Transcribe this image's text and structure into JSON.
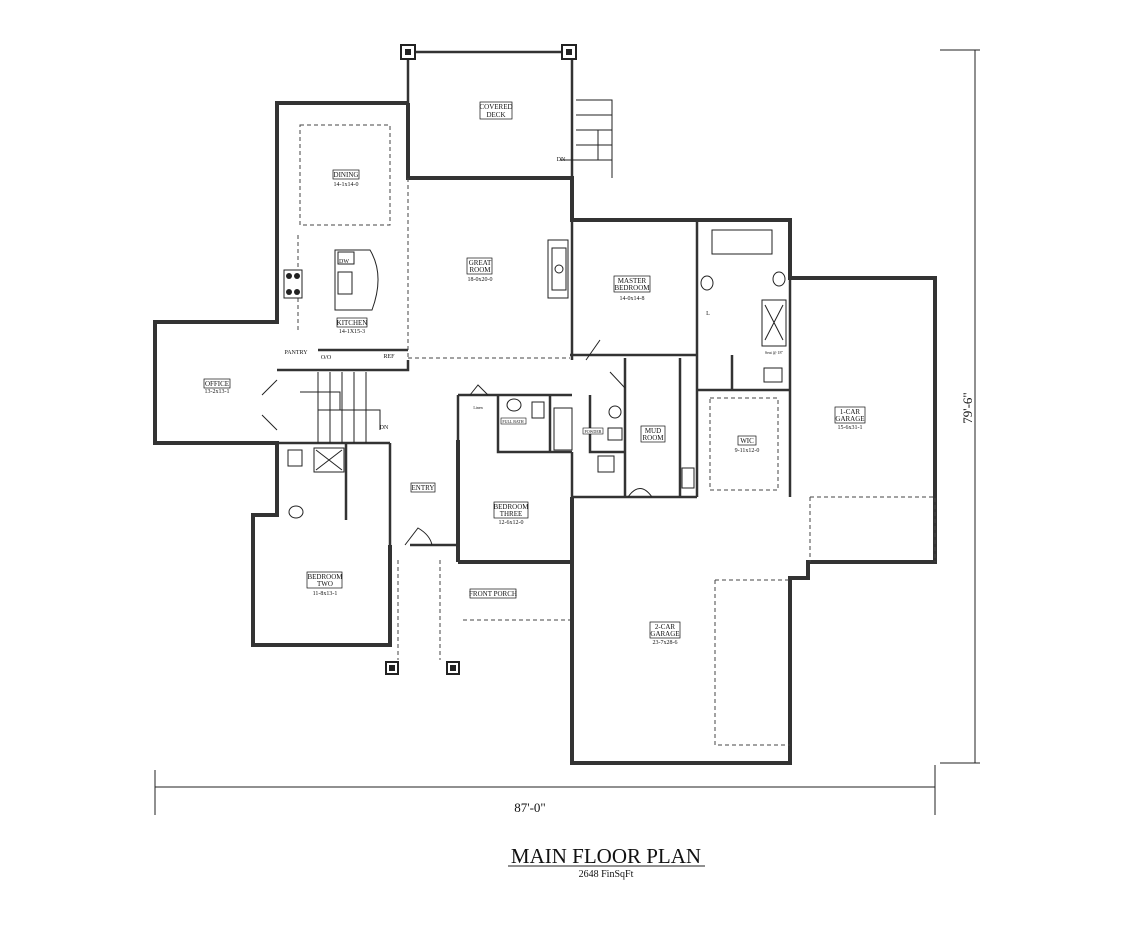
{
  "title": "MAIN FLOOR PLAN",
  "subtitle": "2648 FinSqFt",
  "dimensions": {
    "width": "87'-0\"",
    "depth": "79'-6\""
  },
  "rooms": {
    "covered_deck": {
      "name_line1": "COVERED",
      "name_line2": "DECK"
    },
    "dining": {
      "name": "DINING",
      "size": "14-1x14-0"
    },
    "kitchen": {
      "name": "KITCHEN",
      "size": "14-1X15-3"
    },
    "great_room": {
      "name_line1": "GREAT",
      "name_line2": "ROOM",
      "size": "18-0x20-0"
    },
    "master_bedroom": {
      "name_line1": "MASTER",
      "name_line2": "BEDROOM",
      "size": "14-0x14-8"
    },
    "office": {
      "name": "OFFICE",
      "size": "13-2x13-1"
    },
    "mud_room": {
      "name_line1": "MUD",
      "name_line2": "ROOM"
    },
    "wic": {
      "name": "WIC",
      "size": "9-11x12-0"
    },
    "one_car_garage": {
      "name_line1": "1-CAR",
      "name_line2": "GARAGE",
      "size": "15-6x31-1"
    },
    "entry": {
      "name": "ENTRY"
    },
    "bedroom_three": {
      "name_line1": "BEDROOM",
      "name_line2": "THREE",
      "size": "12-6x12-0"
    },
    "bedroom_two": {
      "name_line1": "BEDROOM",
      "name_line2": "TWO",
      "size": "11-8x13-1"
    },
    "front_porch": {
      "name": "FRONT PORCH"
    },
    "two_car_garage": {
      "name_line1": "2-CAR",
      "name_line2": "GARAGE",
      "size": "23-7x28-6"
    }
  },
  "fixtures": {
    "dw": "DW",
    "pantry": "PANTRY",
    "oven": "O/O",
    "ref": "REF",
    "linen": "Linen",
    "full_bath": "FULL BATH",
    "powder": "POWDER",
    "laundry": "L",
    "shower_seat": "Seat @ 18\"",
    "stairs_dn_main": "DN",
    "stairs_dn_deck": "DN"
  }
}
